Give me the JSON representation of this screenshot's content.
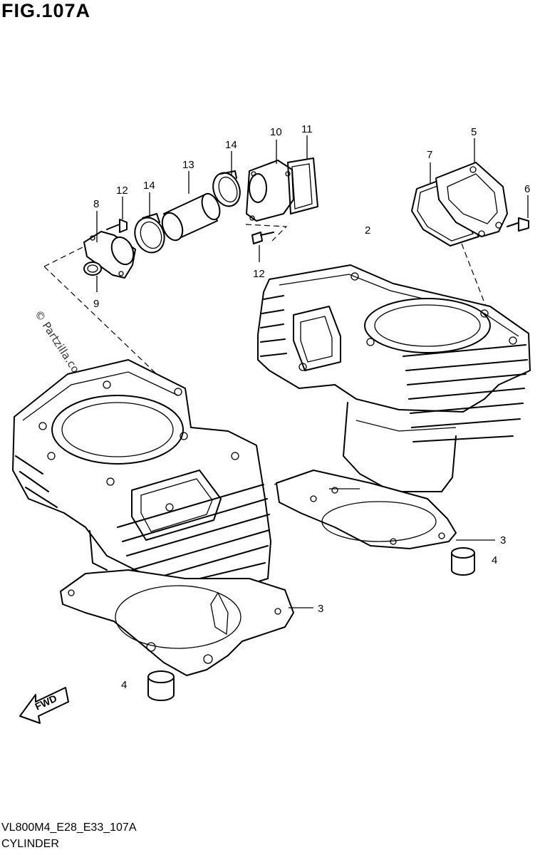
{
  "figure": {
    "title": "FIG.107A",
    "diagram_code": "VL800M4_E28_E33_107A",
    "section_name": "CYLINDER",
    "watermark": "© Partzilla.com",
    "fwd_label": "FWD"
  },
  "callouts": {
    "c2": "2",
    "c3_rear": "3",
    "c3_front": "3",
    "c4_rear": "4",
    "c4_front": "4",
    "c5": "5",
    "c6": "6",
    "c7": "7",
    "c8": "8",
    "c9": "9",
    "c10": "10",
    "c11": "11",
    "c12_top": "12",
    "c12_bottom": "12",
    "c13": "13",
    "c14_left": "14",
    "c14_right": "14"
  }
}
